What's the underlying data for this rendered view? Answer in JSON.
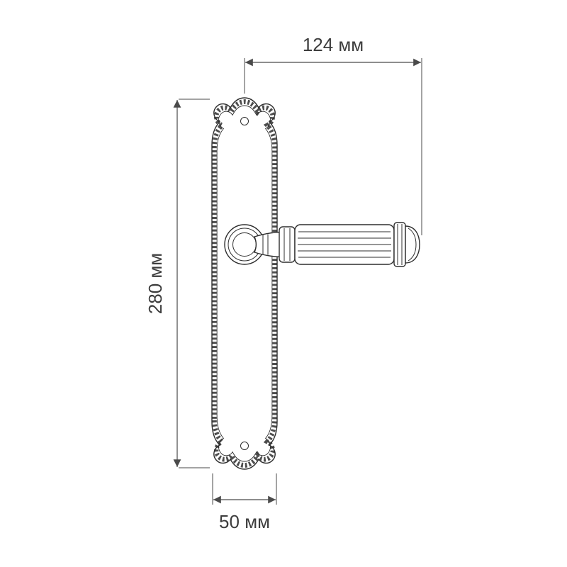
{
  "drawing": {
    "name": "Door lever handle on long backplate — dimensional drawing",
    "dimensions": {
      "handle_width": "124 мм",
      "plate_height": "280 мм",
      "plate_width": "50 мм"
    },
    "colors": {
      "object_line": "#2e2e2e",
      "dimension_line": "#4a4a4a",
      "text": "#3d3d3d",
      "background": "#ffffff"
    }
  }
}
